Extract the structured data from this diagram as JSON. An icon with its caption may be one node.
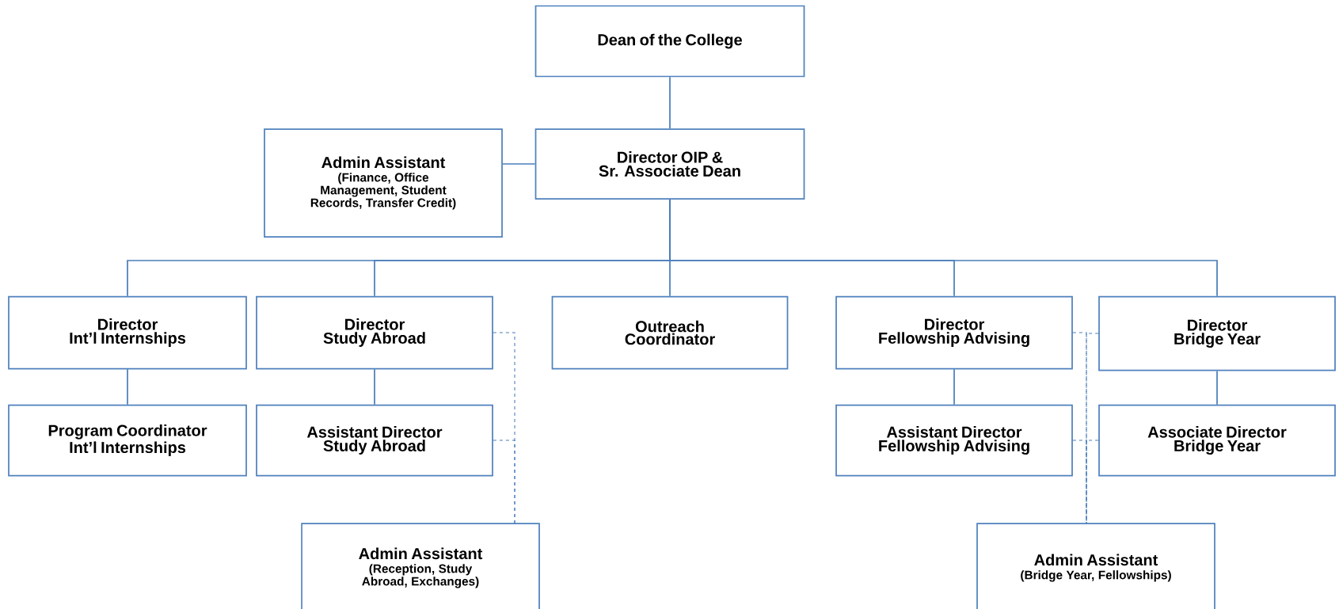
{
  "diagram": {
    "nodes": [
      {
        "text": [
          "Dean of the College"
        ]
      },
      {
        "text": [
          "Admin Assistant",
          "(Finance, Office Management, Student Records, Transfer Credit)"
        ]
      },
      {
        "text": [
          "Director OIP &",
          "Sr. Associate Dean"
        ]
      },
      {
        "text": [
          "Director",
          "Int’l Internships"
        ]
      },
      {
        "text": [
          "Director",
          "Study Abroad"
        ]
      },
      {
        "text": [
          "Outreach Coordinator"
        ]
      },
      {
        "text": [
          "Director",
          "Fellowship Advising"
        ]
      },
      {
        "text": [
          "Director",
          "Bridge Year"
        ]
      },
      {
        "text": [
          "Program Coordinator",
          "Int’l Internships"
        ]
      },
      {
        "text": [
          "Assistant Director",
          "Study Abroad"
        ]
      },
      {
        "text": [
          "Assistant Director",
          "Fellowship Advising"
        ]
      },
      {
        "text": [
          "Associate Director",
          "Bridge Year"
        ]
      },
      {
        "text": [
          "Admin Assistant",
          "(Reception, Study Abroad, Exchanges)"
        ]
      },
      {
        "text": [
          "Admin Assistant",
          "(Bridge Year, Fellowships)"
        ]
      }
    ],
    "edges": [
      {
        "from": 0,
        "to": 2,
        "arrow": "none"
      },
      {
        "from": 1,
        "to": 2,
        "arrow": "none"
      },
      {
        "from": 2,
        "to": 3,
        "arrow": "none"
      },
      {
        "from": 2,
        "to": 4,
        "arrow": "none"
      },
      {
        "from": 2,
        "to": 5,
        "arrow": "none"
      },
      {
        "from": 2,
        "to": 6,
        "arrow": "none"
      },
      {
        "from": 2,
        "to": 7,
        "arrow": "none"
      },
      {
        "from": 3,
        "to": 8,
        "arrow": "none"
      },
      {
        "from": 4,
        "to": 9,
        "arrow": "none"
      },
      {
        "from": 6,
        "to": 10,
        "arrow": "none"
      },
      {
        "from": 7,
        "to": 11,
        "arrow": "none"
      },
      {
        "from": 4,
        "to": 12,
        "arrow": "none",
        "style": "dashed"
      },
      {
        "from": 9,
        "to": 12,
        "arrow": "none",
        "style": "dashed"
      },
      {
        "from": 6,
        "to": 13,
        "arrow": "none",
        "style": "dashed"
      },
      {
        "from": 10,
        "to": 13,
        "arrow": "none",
        "style": "dashed"
      },
      {
        "from": 7,
        "to": 13,
        "arrow": "none",
        "style": "dashed"
      },
      {
        "from": 11,
        "to": 13,
        "arrow": "none",
        "style": "dashed"
      }
    ]
  }
}
